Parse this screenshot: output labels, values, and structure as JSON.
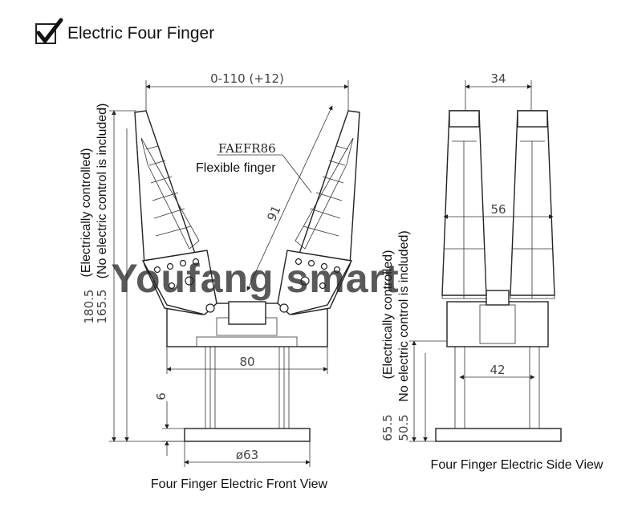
{
  "header": {
    "title": "Electric Four Finger",
    "checked": true
  },
  "front_view": {
    "caption": "Four Finger Electric Front View",
    "dim_opening": "0-110 (+12)",
    "dim_finger_length": "91",
    "dim_body_width": "80",
    "dim_base_diameter": "ø63",
    "dim_base_thickness": "6",
    "dim_height_electric": "180.5",
    "dim_height_no_electric": "165.5",
    "label_electric": "(Electrically controlled)",
    "label_no_electric": "(No electric control is included)",
    "part_code": "FAEFR86",
    "part_name": "Flexible finger"
  },
  "side_view": {
    "caption": "Four Finger Electric Side View",
    "dim_finger_width": "34",
    "dim_span": "56",
    "dim_column_spacing": "42",
    "dim_height_electric": "65.5",
    "dim_height_no_electric": "50.5",
    "label_electric": "(Electrically controlled)",
    "label_no_electric": "No electric control is included)"
  },
  "watermark": "Youfang smart"
}
